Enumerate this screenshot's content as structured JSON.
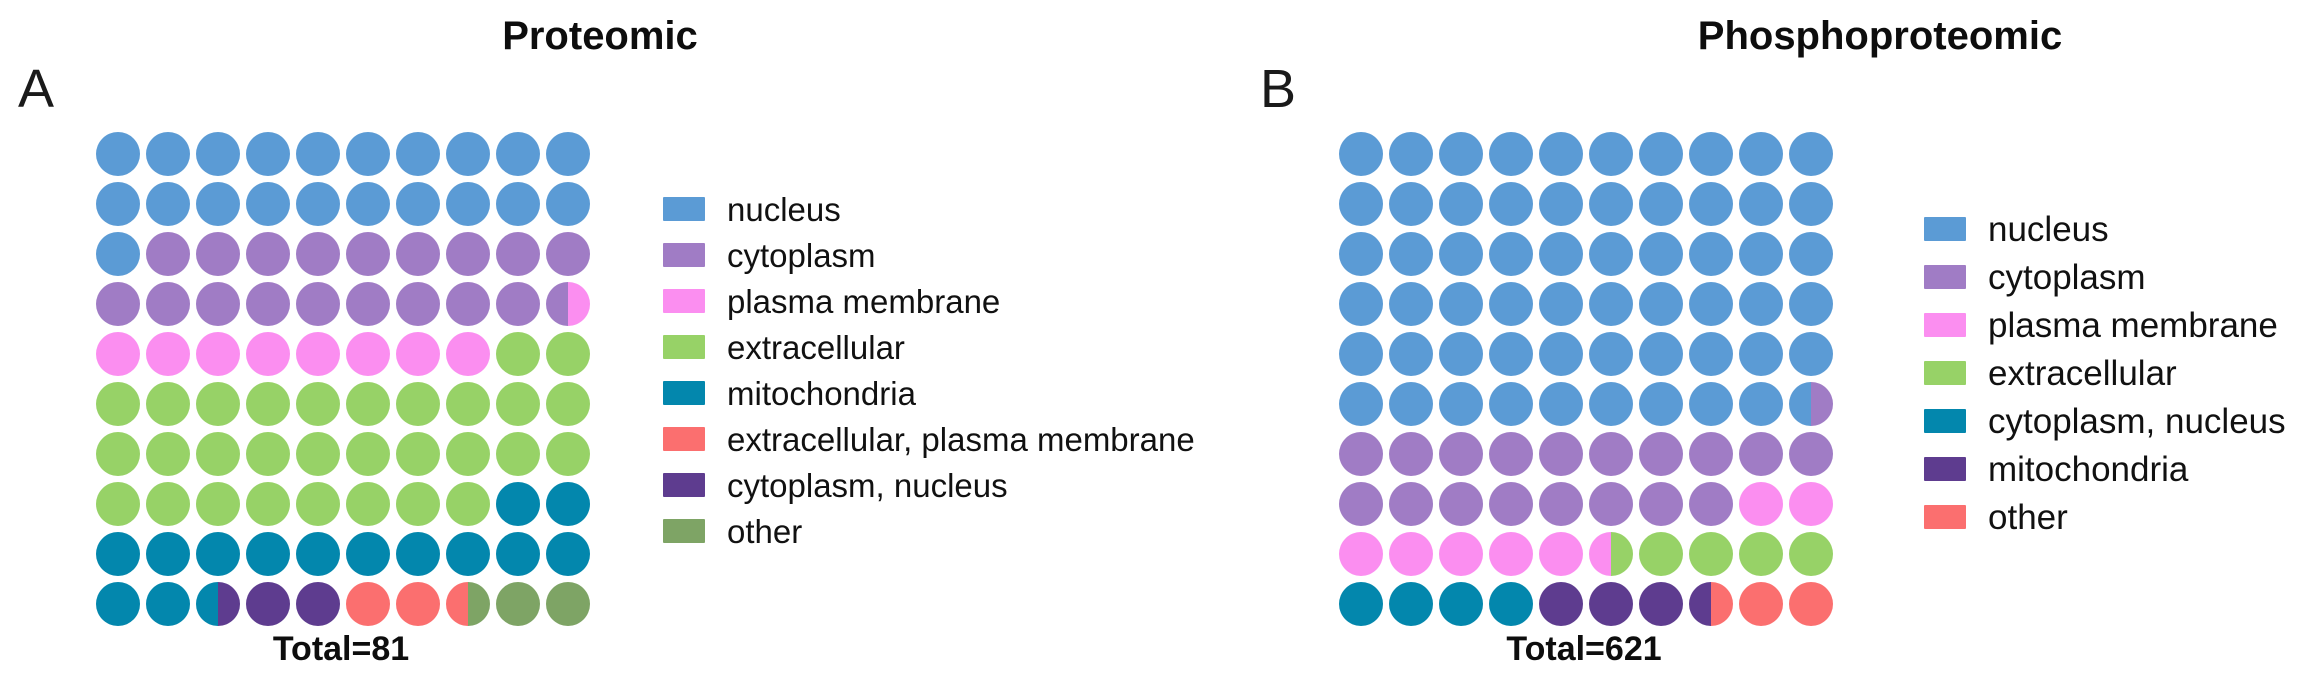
{
  "figure": {
    "background": "#ffffff"
  },
  "colors": {
    "nucleus": "#5b9bd5",
    "cytoplasm": "#a07cc5",
    "plasma_membrane": "#fb8ef0",
    "extracellular": "#97d267",
    "mitochondria_teal": "#0387ad",
    "extracellular_plasma_membrane": "#fb6f6f",
    "cytoplasm_nucleus_darkpurple": "#5e3c8f",
    "other_olive": "#7ea465",
    "other_salmon": "#fb6f6f",
    "empty": "#ffffff"
  },
  "panel_a": {
    "letter": "A",
    "title": "Proteomic",
    "total_label": "Total=81",
    "legend": [
      {
        "label": "nucleus",
        "color": "#5b9bd5"
      },
      {
        "label": "cytoplasm",
        "color": "#a07cc5"
      },
      {
        "label": "plasma membrane",
        "color": "#fb8ef0"
      },
      {
        "label": "extracellular",
        "color": "#97d267"
      },
      {
        "label": "mitochondria",
        "color": "#0387ad"
      },
      {
        "label": "extracellular, plasma membrane",
        "color": "#fb6f6f"
      },
      {
        "label": "cytoplasm, nucleus",
        "color": "#5e3c8f"
      },
      {
        "label": "other",
        "color": "#7ea465"
      }
    ]
  },
  "panel_b": {
    "letter": "B",
    "title": "Phosphoproteomic",
    "total_label": "Total=621",
    "legend": [
      {
        "label": "nucleus",
        "color": "#5b9bd5"
      },
      {
        "label": "cytoplasm",
        "color": "#a07cc5"
      },
      {
        "label": "plasma membrane",
        "color": "#fb8ef0"
      },
      {
        "label": "extracellular",
        "color": "#97d267"
      },
      {
        "label": "cytoplasm, nucleus",
        "color": "#0387ad"
      },
      {
        "label": "mitochondria",
        "color": "#5e3c8f"
      },
      {
        "label": "other",
        "color": "#fb6f6f"
      }
    ]
  },
  "chart_data": [
    {
      "type": "waffle",
      "panel": "A",
      "title": "Proteomic",
      "total": 81,
      "grid": {
        "rows": 10,
        "cols": 10
      },
      "unit": "each dot = 1% of total (81 proteins)",
      "categories": [
        "nucleus",
        "cytoplasm",
        "plasma membrane",
        "extracellular",
        "mitochondria",
        "extracellular, plasma membrane",
        "cytoplasm, nucleus",
        "other"
      ],
      "values_percent": [
        21,
        19.5,
        8.5,
        28,
        19,
        2.5,
        2.5,
        2.5
      ],
      "values_count": [
        17,
        16,
        7,
        23,
        15,
        2,
        2,
        2
      ],
      "cells": [
        [
          "nucleus",
          "nucleus",
          "nucleus",
          "nucleus",
          "nucleus",
          "nucleus",
          "nucleus",
          "nucleus",
          "nucleus",
          "nucleus"
        ],
        [
          "nucleus",
          "nucleus",
          "nucleus",
          "nucleus",
          "nucleus",
          "nucleus",
          "nucleus",
          "nucleus",
          "nucleus",
          "nucleus"
        ],
        [
          "nucleus",
          "cytoplasm",
          "cytoplasm",
          "cytoplasm",
          "cytoplasm",
          "cytoplasm",
          "cytoplasm",
          "cytoplasm",
          "cytoplasm",
          "cytoplasm"
        ],
        [
          "cytoplasm",
          "cytoplasm",
          "cytoplasm",
          "cytoplasm",
          "cytoplasm",
          "cytoplasm",
          "cytoplasm",
          "cytoplasm",
          "cytoplasm",
          "cytoplasm|plasma membrane"
        ],
        [
          "plasma membrane",
          "plasma membrane",
          "plasma membrane",
          "plasma membrane",
          "plasma membrane",
          "plasma membrane",
          "plasma membrane",
          "plasma membrane",
          "extracellular",
          "extracellular"
        ],
        [
          "extracellular",
          "extracellular",
          "extracellular",
          "extracellular",
          "extracellular",
          "extracellular",
          "extracellular",
          "extracellular",
          "extracellular",
          "extracellular"
        ],
        [
          "extracellular",
          "extracellular",
          "extracellular",
          "extracellular",
          "extracellular",
          "extracellular",
          "extracellular",
          "extracellular",
          "extracellular",
          "extracellular"
        ],
        [
          "extracellular",
          "extracellular",
          "extracellular",
          "extracellular",
          "extracellular",
          "extracellular",
          "extracellular",
          "extracellular",
          "mitochondria",
          "mitochondria"
        ],
        [
          "mitochondria",
          "mitochondria",
          "mitochondria",
          "mitochondria",
          "mitochondria",
          "mitochondria",
          "mitochondria",
          "mitochondria",
          "mitochondria",
          "mitochondria"
        ],
        [
          "mitochondria",
          "mitochondria",
          "mitochondria|cytoplasm, nucleus",
          "cytoplasm, nucleus",
          "cytoplasm, nucleus",
          "extracellular, plasma membrane",
          "extracellular, plasma membrane",
          "extracellular, plasma membrane|other",
          "other",
          "other"
        ]
      ]
    },
    {
      "type": "waffle",
      "panel": "B",
      "title": "Phosphoproteomic",
      "total": 621,
      "grid": {
        "rows": 10,
        "cols": 10
      },
      "unit": "each dot = 1% of total (621 phosphoproteins)",
      "categories": [
        "nucleus",
        "cytoplasm",
        "plasma membrane",
        "extracellular",
        "cytoplasm, nucleus",
        "mitochondria",
        "other"
      ],
      "values_percent": [
        59.5,
        18.5,
        5.5,
        5.5,
        4,
        3.5,
        2.5
      ],
      "values_count": [
        370,
        115,
        34,
        34,
        25,
        22,
        21
      ],
      "cells": [
        [
          "nucleus",
          "nucleus",
          "nucleus",
          "nucleus",
          "nucleus",
          "nucleus",
          "nucleus",
          "nucleus",
          "nucleus",
          "nucleus"
        ],
        [
          "nucleus",
          "nucleus",
          "nucleus",
          "nucleus",
          "nucleus",
          "nucleus",
          "nucleus",
          "nucleus",
          "nucleus",
          "nucleus"
        ],
        [
          "nucleus",
          "nucleus",
          "nucleus",
          "nucleus",
          "nucleus",
          "nucleus",
          "nucleus",
          "nucleus",
          "nucleus",
          "nucleus"
        ],
        [
          "nucleus",
          "nucleus",
          "nucleus",
          "nucleus",
          "nucleus",
          "nucleus",
          "nucleus",
          "nucleus",
          "nucleus",
          "nucleus"
        ],
        [
          "nucleus",
          "nucleus",
          "nucleus",
          "nucleus",
          "nucleus",
          "nucleus",
          "nucleus",
          "nucleus",
          "nucleus",
          "nucleus"
        ],
        [
          "nucleus",
          "nucleus",
          "nucleus",
          "nucleus",
          "nucleus",
          "nucleus",
          "nucleus",
          "nucleus",
          "nucleus",
          "nucleus|cytoplasm"
        ],
        [
          "cytoplasm",
          "cytoplasm",
          "cytoplasm",
          "cytoplasm",
          "cytoplasm",
          "cytoplasm",
          "cytoplasm",
          "cytoplasm",
          "cytoplasm",
          "cytoplasm"
        ],
        [
          "cytoplasm",
          "cytoplasm",
          "cytoplasm",
          "cytoplasm",
          "cytoplasm",
          "cytoplasm",
          "cytoplasm",
          "cytoplasm",
          "plasma membrane",
          "plasma membrane"
        ],
        [
          "plasma membrane",
          "plasma membrane",
          "plasma membrane",
          "plasma membrane",
          "plasma membrane",
          "plasma membrane|extracellular",
          "extracellular",
          "extracellular",
          "extracellular",
          "extracellular"
        ],
        [
          "cytoplasm, nucleus",
          "cytoplasm, nucleus",
          "cytoplasm, nucleus",
          "cytoplasm, nucleus",
          "mitochondria",
          "mitochondria",
          "mitochondria",
          "mitochondria|other",
          "other",
          "other"
        ]
      ]
    }
  ]
}
